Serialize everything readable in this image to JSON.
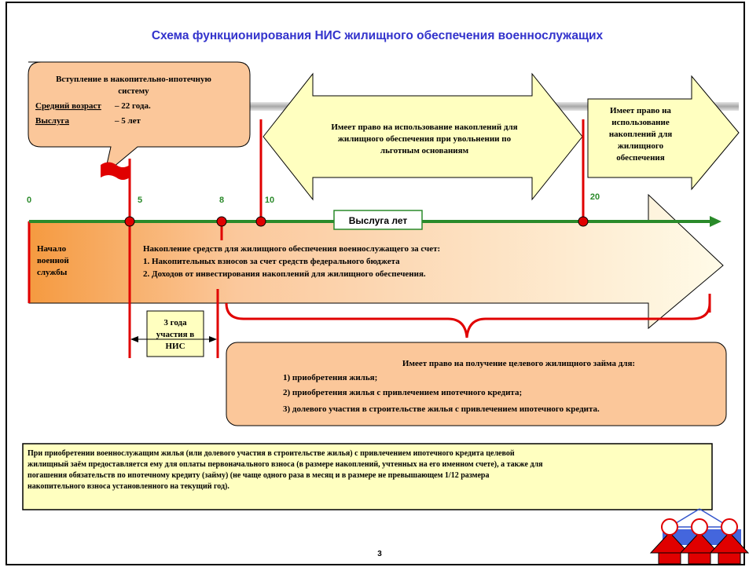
{
  "title": "Схема функционирования НИС  жилищного обеспечения военнослужащих",
  "entry_box": {
    "line1": "Вступление в накопительно-ипотечную",
    "line2": "систему",
    "age_label": "Средний возраст",
    "age_value": "– 22 года.",
    "service_label": "Выслуга",
    "service_value": "–   5 лет"
  },
  "big_arrow": {
    "line1": "Имеет право на использование накоплений для",
    "line2": "жилищного обеспечения при увольнении по",
    "line3": "льготным основаниям"
  },
  "right_arrow": {
    "line1": "Имеет право на",
    "line2": "использование",
    "line3": "накоплений для",
    "line4": "жилищного",
    "line5": "обеспечения"
  },
  "timeline": {
    "ticks": [
      "0",
      "5",
      "8",
      "10",
      "20"
    ],
    "axis_label": "Выслуга лет"
  },
  "start_label": {
    "line1": "Начало",
    "line2": "военной",
    "line3": "службы"
  },
  "accumulation": {
    "line1": "Накопление средств для жилищного обеспечения военнослужащего за счет:",
    "line2": "1. Накопительных взносов за счет средств федерального бюджета",
    "line3": "2. Доходов от инвестирования накоплений для жилищного обеспечения."
  },
  "three_years": {
    "line1": "3 года",
    "line2": "участия в",
    "line3": "НИС"
  },
  "loan_box": {
    "heading": "Имеет право на получение целевого жилищного займа для:",
    "item1": "1) приобретения жилья;",
    "item2": "2) приобретения жилья с привлечением ипотечного кредита;",
    "item3": "3) долевого участия в строительстве жилья с привлечением ипотечного кредита."
  },
  "note": {
    "line1": "При приобретении военнослужащим жилья (или долевого участия в строительстве жилья) с привлечением ипотечного кредита целевой",
    "line2": "жилищный заём предоставляется ему для оплаты первоначального взноса (в размере накоплений, учтенных на его именном счете), а также для",
    "line3": "погашения обязательств по ипотечному кредиту (займу) (не чаще одного раза в месяц и в размере не превышающем 1/12 размера",
    "line4": "накопительного взноса установленного на текущий год)."
  },
  "page_number": "3",
  "colors": {
    "title": "#3333cc",
    "timeline": "#2a8a2a",
    "red": "#e00000",
    "box_fill": "#fbc79a",
    "yellow": "#ffffc0"
  },
  "logo_icon": "houses-network-logo"
}
